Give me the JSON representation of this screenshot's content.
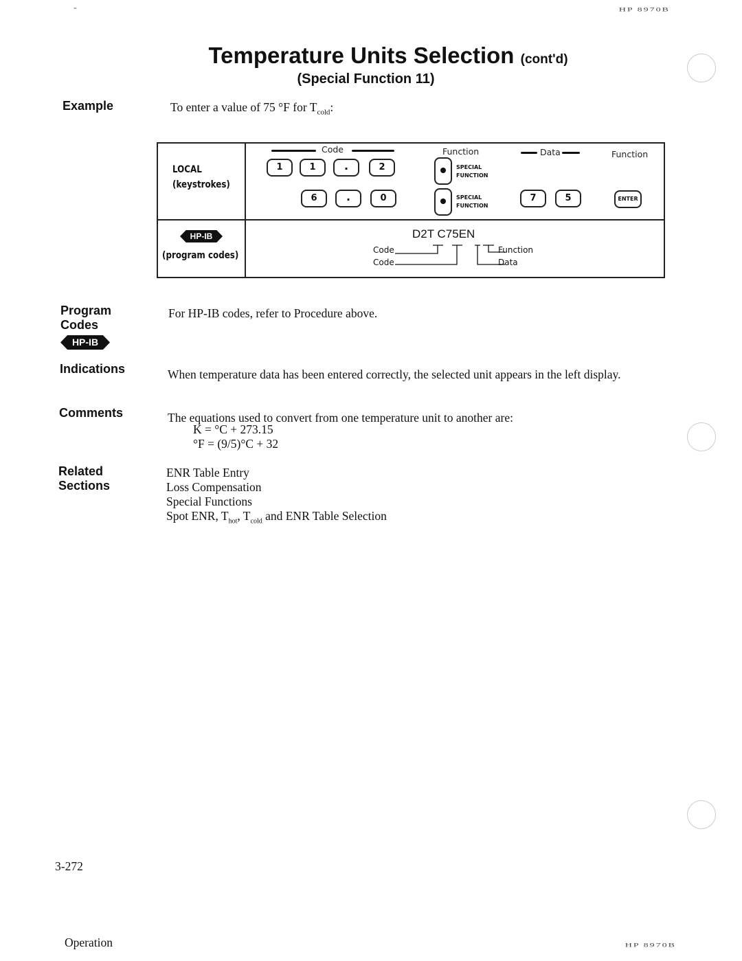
{
  "header": {
    "top_left_mark": "-",
    "top_right_code": "HP 8970B",
    "title": "Temperature Units Selection",
    "title_suffix": "(cont'd)",
    "subtitle": "(Special Function 11)"
  },
  "example": {
    "label": "Example",
    "text": "To enter a value of 75 °F for T",
    "text_sub": "cold",
    "text_end": ":"
  },
  "keystroke_table": {
    "local_label": "LOCAL",
    "local_sublabel": "(keystrokes)",
    "code_label": "Code",
    "function_label_1": "Function",
    "data_label": "Data",
    "function_label_2": "Function",
    "row1_keys": [
      "1",
      "1",
      ".",
      "2"
    ],
    "row2_keys": [
      "6",
      ".",
      "0"
    ],
    "special_function_line1": "SPECIAL",
    "special_function_line2": "FUNCTION",
    "data_keys": [
      "7",
      "5"
    ],
    "enter_key": "ENTER",
    "hpib_badge": "HP-IB",
    "program_label": "(program codes)",
    "program_code": "D2T C75EN",
    "annot_code_1": "Code",
    "annot_code_2": "Code",
    "annot_function": "Function",
    "annot_data": "Data"
  },
  "sections": {
    "program_codes": {
      "label_1": "Program",
      "label_2": "Codes",
      "badge": "HP-IB",
      "text": "For HP-IB codes, refer to Procedure above."
    },
    "indications": {
      "label": "Indications",
      "text": "When temperature data has been entered correctly, the selected unit appears in the left display."
    },
    "comments": {
      "label": "Comments",
      "text": "The equations used to convert from one temperature unit to another are:",
      "eq1": "K = °C + 273.15",
      "eq2": "°F = (9/5)°C + 32"
    },
    "related": {
      "label_1": "Related",
      "label_2": "Sections",
      "items": [
        "ENR Table Entry",
        "Loss Compensation",
        "Special Functions"
      ],
      "last_item_a": "Spot ENR, T",
      "last_item_sub1": "hot",
      "last_item_b": ", T",
      "last_item_sub2": "cold",
      "last_item_c": " and ENR Table Selection"
    }
  },
  "footer": {
    "page_number": "3-272",
    "left": "Operation",
    "right": "HP 8970B"
  }
}
